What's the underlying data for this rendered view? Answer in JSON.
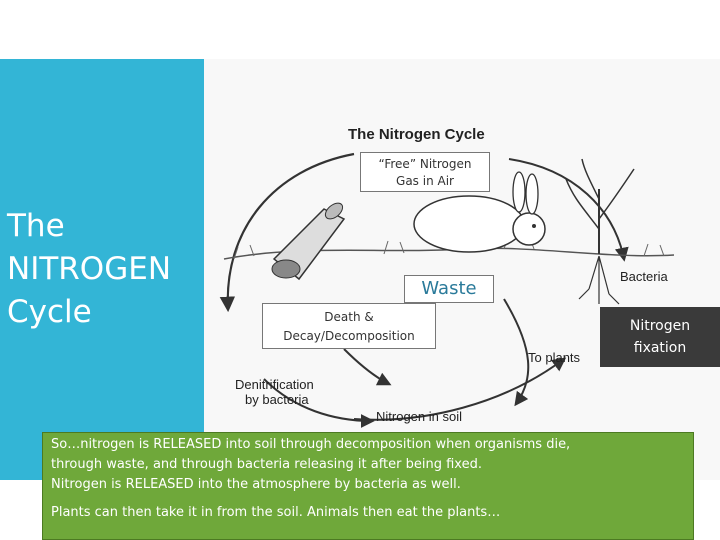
{
  "slide": {
    "title_lines": [
      "The",
      "NITROGEN",
      "Cycle"
    ],
    "accent_color": "#33b5d6",
    "note_color": "#6fa83a"
  },
  "diagram": {
    "heading": "The Nitrogen Cycle",
    "free_nitrogen": [
      "“Free” Nitrogen",
      "Gas in Air"
    ],
    "waste": "Waste",
    "death_decay": [
      "Death &",
      "Decay/Decomposition"
    ],
    "bacteria": "Bacteria",
    "to_plants": "To plants",
    "denitrification": [
      "Denitrification",
      "by bacteria"
    ],
    "nitrogen_in_soil": "Nitrogen in soil",
    "nitrogen_fixation": [
      "Nitrogen",
      "fixation"
    ]
  },
  "note": {
    "lines": [
      "So…nitrogen is RELEASED into soil through decomposition when organisms die,",
      "through waste, and through bacteria releasing it after being fixed.",
      "Nitrogen is RELEASED into the atmosphere by bacteria as well."
    ],
    "closing": "Plants can then take it in from the soil. Animals then eat the plants…"
  }
}
